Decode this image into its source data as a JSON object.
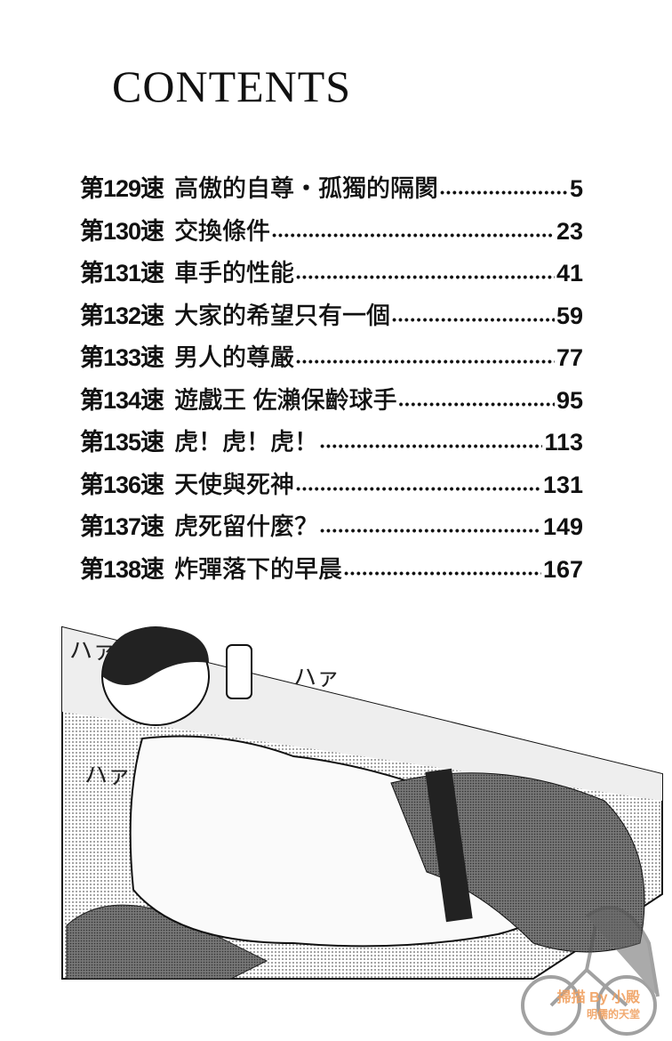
{
  "title": "CONTENTS",
  "entries": [
    {
      "number": "第129速",
      "title": "高傲的自尊・孤獨的隔閡",
      "page": "5"
    },
    {
      "number": "第130速",
      "title": "交換條件",
      "page": "23"
    },
    {
      "number": "第131速",
      "title": "車手的性能",
      "page": "41"
    },
    {
      "number": "第132速",
      "title": "大家的希望只有一個",
      "page": "59"
    },
    {
      "number": "第133速",
      "title": "男人的尊嚴",
      "page": "77"
    },
    {
      "number": "第134速",
      "title": "遊戲王 佐瀨保齡球手",
      "page": "95"
    },
    {
      "number": "第135速",
      "title": "虎！虎！虎！",
      "page": "113"
    },
    {
      "number": "第136速",
      "title": "天使與死神",
      "page": "131"
    },
    {
      "number": "第137速",
      "title": "虎死留什麼？",
      "page": "149"
    },
    {
      "number": "第138速",
      "title": "炸彈落下的早晨",
      "page": "167"
    }
  ],
  "illustration": {
    "sfx": [
      "ハァ",
      "ハァ",
      "ハァ"
    ]
  },
  "watermark": {
    "line1": "掃描 By 小殿",
    "line2": "明儒的天堂"
  }
}
